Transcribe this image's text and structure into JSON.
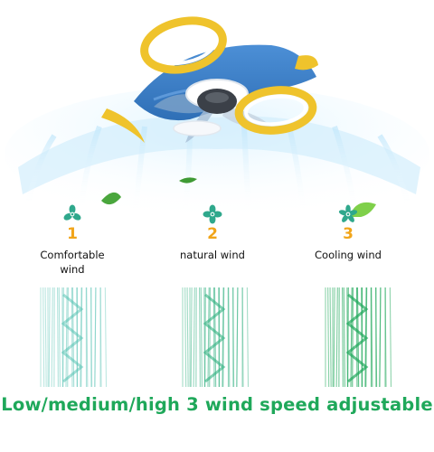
{
  "colors": {
    "accent_green": "#1fa85a",
    "number_orange": "#f1a51a",
    "icon_teal": "#2fa88c",
    "fan_blue": "#3f80c8",
    "fan_yellow": "#efc32c"
  },
  "modes": [
    {
      "number": "1",
      "label": "Comfortable\nwind",
      "icon": "fan-blade-icon"
    },
    {
      "number": "2",
      "label": "natural wind",
      "icon": "fan-blade-icon"
    },
    {
      "number": "3",
      "label": "Cooling wind",
      "icon": "fan-blade-icon"
    }
  ],
  "headline": "Low/medium/high 3 wind speed adjustable"
}
